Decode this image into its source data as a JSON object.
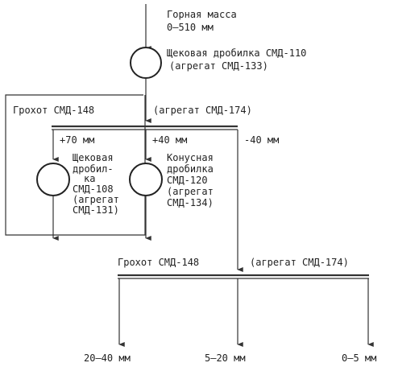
{
  "input": {
    "label": "Горная масса",
    "size": "0–510 мм"
  },
  "primary_crusher": {
    "line1": "Щековая дробилка СМД-110",
    "line2": "(агрегат СМД-133)"
  },
  "screen1": {
    "name": "Грохот СМД-148",
    "unit": "(агрегат СМД-174)",
    "outputs": [
      "+70 мм",
      "+40 мм",
      "-40 мм"
    ]
  },
  "jaw_crusher": {
    "lines": [
      "Щековая",
      "дробил-",
      "ка",
      "СМД-108",
      "(агрегат",
      "СМД-131)"
    ]
  },
  "cone_crusher": {
    "lines": [
      "Конусная",
      "дробилка",
      "СМД-120",
      "(агрегат",
      "СМД-134)"
    ]
  },
  "screen2": {
    "name": "Грохот СМД-148",
    "unit": "(агрегат СМД-174)"
  },
  "products": [
    "20–40 мм",
    "5–20 мм",
    "0–5 мм"
  ],
  "colors": {
    "line": "#333333",
    "text": "#222222",
    "background": "#ffffff"
  }
}
